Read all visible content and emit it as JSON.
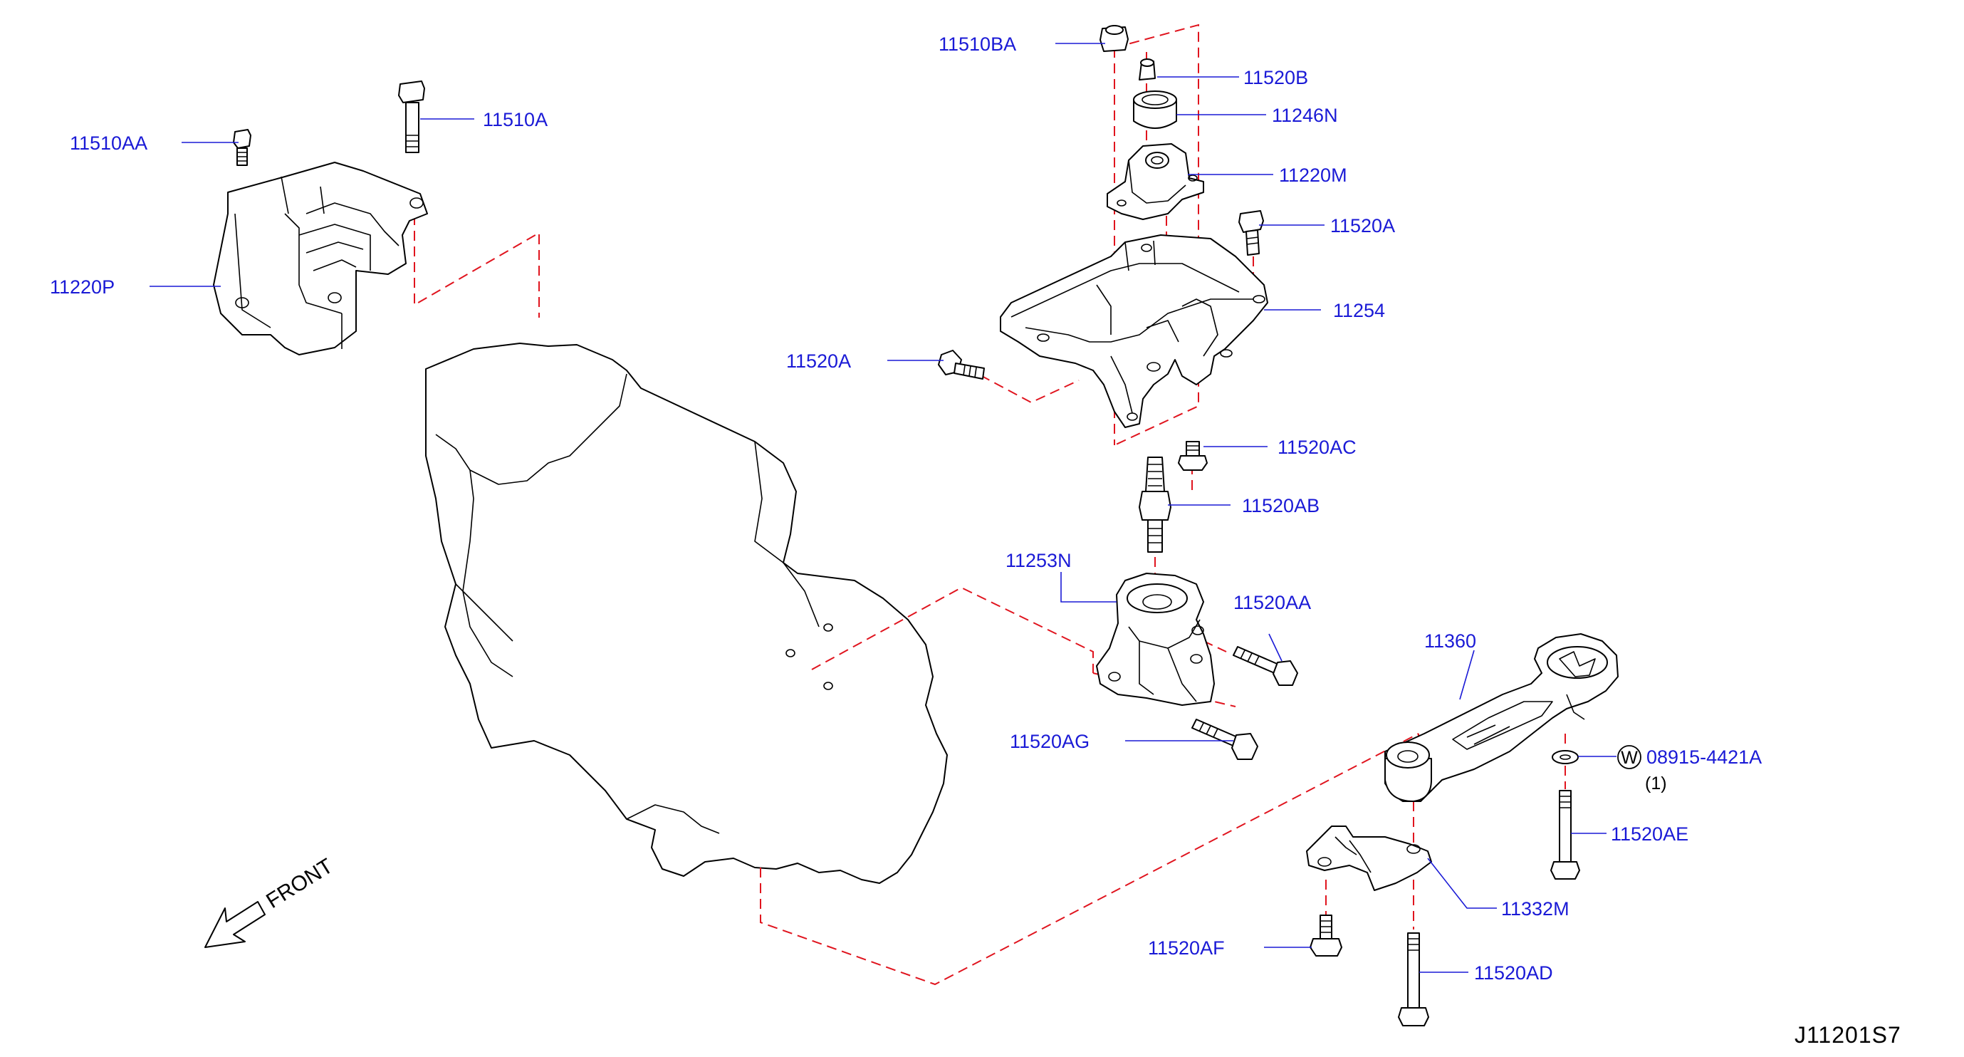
{
  "callouts": {
    "p11510BA": "11510BA",
    "p11520B": "11520B",
    "p11246N": "11246N",
    "p11220M": "11220M",
    "p11520A_top": "11520A",
    "p11254": "11254",
    "p11520A_left": "11520A",
    "p11520AC": "11520AC",
    "p11520AB": "11520AB",
    "p11253N": "11253N",
    "p11520AA": "11520AA",
    "p11520AG": "11520AG",
    "p11510AA": "11510AA",
    "p11510A": "11510A",
    "p11220P": "11220P",
    "p11360": "11360",
    "p08915": "08915-4421A",
    "p08915_qty": "(1)",
    "p08915_symbol": "W",
    "p11520AE": "11520AE",
    "p11332M": "11332M",
    "p11520AF": "11520AF",
    "p11520AD": "11520AD"
  },
  "front_label": "FRONT",
  "diagram_code": "J11201S7",
  "colors": {
    "callout_text": "#1a1ad6",
    "leader_line": "#1a1ad6",
    "dashed_guide": "#e0141e",
    "outline": "#000000"
  }
}
